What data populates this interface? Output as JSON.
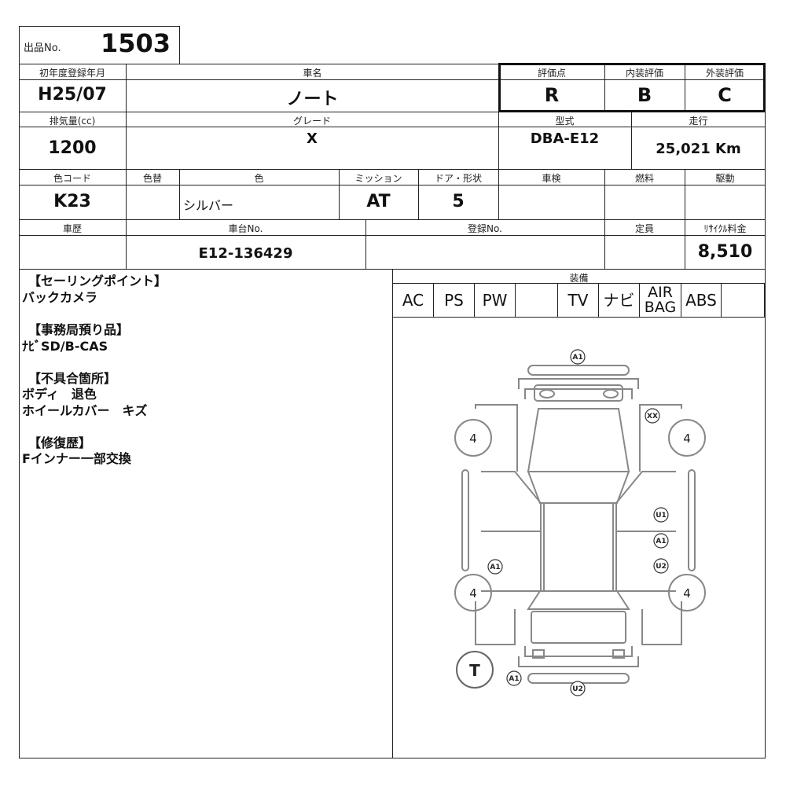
{
  "lot": {
    "label": "出品No.",
    "number": "1503"
  },
  "row1": {
    "year_label": "初年度登録年月",
    "year": "H25/07",
    "name_label": "車名",
    "name": "ノート",
    "score_label": "評価点",
    "score": "R",
    "interior_label": "内装評価",
    "interior": "B",
    "exterior_label": "外装評価",
    "exterior": "C"
  },
  "row2": {
    "cc_label": "排気量(cc)",
    "cc": "1200",
    "grade_label": "グレード",
    "grade": "X",
    "model_label": "型式",
    "model": "DBA-E12",
    "mileage_label": "走行",
    "mileage": "25,021 Km"
  },
  "row3": {
    "colorcode_label": "色コード",
    "colorcode": "K23",
    "colorchange_label": "色替",
    "color_label": "色",
    "color": "シルバー",
    "mission_label": "ミッション",
    "mission": "AT",
    "door_label": "ドア・形状",
    "door": "5",
    "inspection_label": "車検",
    "fuel_label": "燃料",
    "drive_label": "駆動"
  },
  "row4": {
    "history_label": "車歴",
    "chassis_label": "車台No.",
    "chassis": "E12-136429",
    "reg_label": "登録No.",
    "capacity_label": "定員",
    "recycle_label": "ﾘｻｲｸﾙ料金",
    "recycle": "8,510"
  },
  "notes": [
    {
      "heading": "【セーリングポイント】",
      "lines": [
        "バックカメラ"
      ]
    },
    {
      "heading": "【事務局預り品】",
      "lines": [
        "ﾅﾋﾞSD/B-CAS"
      ]
    },
    {
      "heading": "【不具合箇所】",
      "lines": [
        "ボディ　退色",
        "ホイールカバー　キズ"
      ]
    },
    {
      "heading": "【修復歴】",
      "lines": [
        "Fインナー一部交換"
      ]
    }
  ],
  "equipment": {
    "label": "装備",
    "items": [
      "AC",
      "PS",
      "PW",
      "",
      "TV",
      "ナビ",
      "AIR\nBAG",
      "ABS",
      ""
    ]
  },
  "diagram": {
    "tire_marks": [
      "4",
      "4",
      "4",
      "4"
    ],
    "spare_mark": "T",
    "marks": [
      "A1",
      "XX",
      "U1",
      "A1",
      "U2",
      "A1",
      "A1",
      "U2"
    ]
  }
}
